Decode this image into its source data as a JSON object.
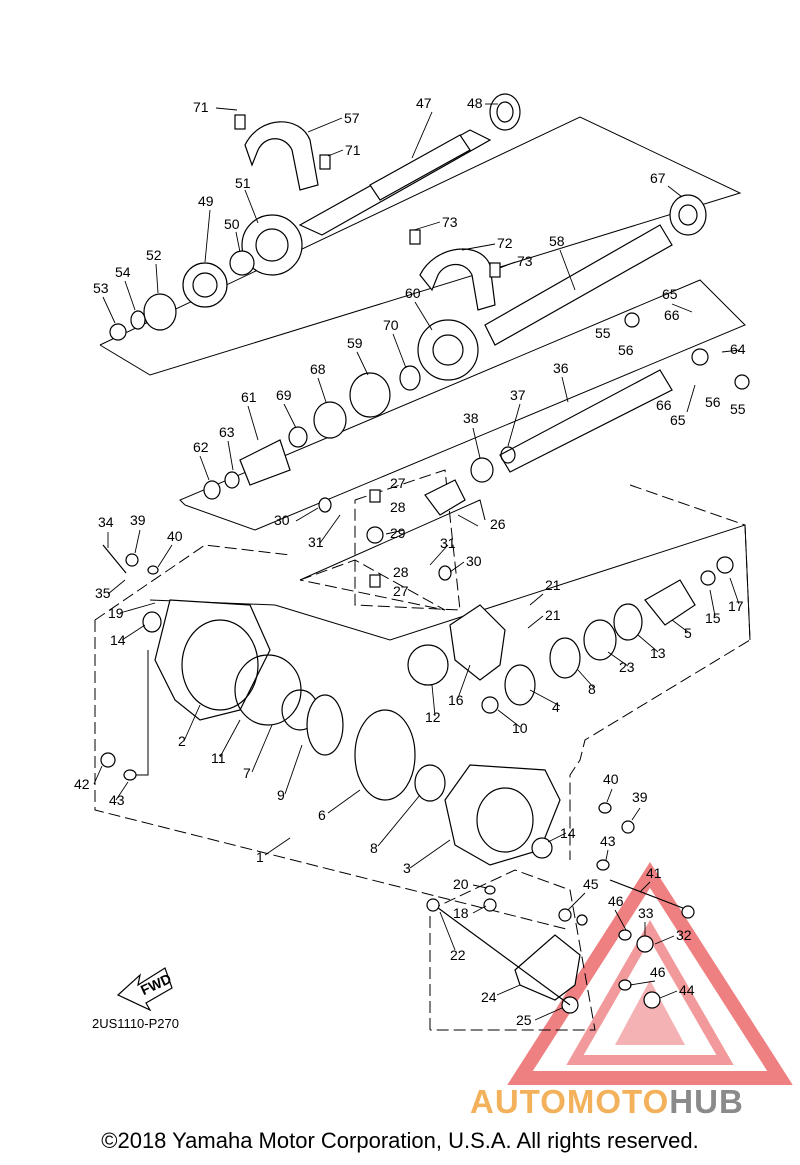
{
  "diagram_code": "2US1110-P270",
  "fwd_label": "FWD",
  "copyright": "©2018 Yamaha Motor Corporation, U.S.A. All rights reserved.",
  "watermark": {
    "word1": "AUTOMOTO",
    "word2": "HUB",
    "colors": {
      "orange": "#f2b15a",
      "red": "#e5383b",
      "gray": "#8a8a8a"
    }
  },
  "callouts": {
    "c1": "1",
    "c2": "2",
    "c3": "3",
    "c4": "4",
    "c5": "5",
    "c6": "6",
    "c7": "7",
    "c8a": "8",
    "c8b": "8",
    "c9": "9",
    "c10": "10",
    "c11": "11",
    "c12": "12",
    "c13": "13",
    "c14a": "14",
    "c14b": "14",
    "c15": "15",
    "c16": "16",
    "c17": "17",
    "c18": "18",
    "c19": "19",
    "c20": "20",
    "c21a": "21",
    "c21b": "21",
    "c22": "22",
    "c23": "23",
    "c24": "24",
    "c25": "25",
    "c26": "26",
    "c27a": "27",
    "c27b": "27",
    "c28a": "28",
    "c28b": "28",
    "c29": "29",
    "c30a": "30",
    "c30b": "30",
    "c31a": "31",
    "c31b": "31",
    "c32": "32",
    "c33": "33",
    "c34": "34",
    "c35": "35",
    "c36": "36",
    "c37": "37",
    "c38": "38",
    "c39a": "39",
    "c39b": "39",
    "c40a": "40",
    "c40b": "40",
    "c41": "41",
    "c42": "42",
    "c43a": "43",
    "c43b": "43",
    "c44": "44",
    "c45": "45",
    "c46a": "46",
    "c46b": "46",
    "c47": "47",
    "c48": "48",
    "c49": "49",
    "c50": "50",
    "c51": "51",
    "c52": "52",
    "c53": "53",
    "c54": "54",
    "c55a": "55",
    "c55b": "55",
    "c56a": "56",
    "c56b": "56",
    "c57": "57",
    "c58": "58",
    "c59": "59",
    "c60": "60",
    "c61": "61",
    "c62": "62",
    "c63": "63",
    "c64": "64",
    "c65a": "65",
    "c65b": "65",
    "c66a": "66",
    "c66b": "66",
    "c67": "67",
    "c68": "68",
    "c69": "69",
    "c70": "70",
    "c71a": "71",
    "c71b": "71",
    "c72": "72",
    "c73a": "73",
    "c73b": "73"
  }
}
